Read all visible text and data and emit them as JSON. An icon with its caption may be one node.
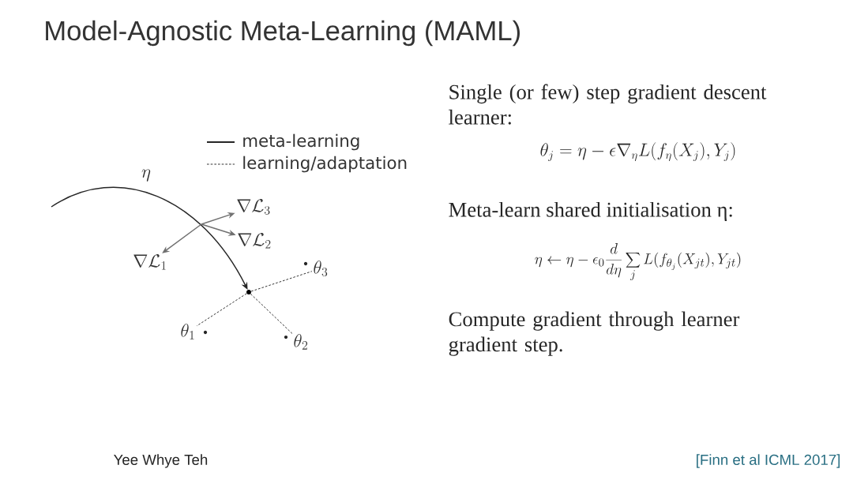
{
  "diagram": {
    "title": "Model-Agnostic Meta-Learning (MAML)",
    "nodes": [
      {
        "text": [],
        "shape": "circle"
      },
      {
        "text": [
          "\\theta_1"
        ]
      },
      {
        "text": [
          "\\theta_2"
        ]
      },
      {
        "text": [
          "\\theta_3"
        ]
      },
      {
        "text": [
          "\\nabla\\mathcal{L}_1"
        ]
      },
      {
        "text": [
          "\\nabla\\mathcal{L}_2"
        ]
      },
      {
        "text": [
          "\\nabla\\mathcal{L}_3"
        ]
      }
    ],
    "edges": [
      {
        "from": null,
        "to": 0,
        "arrow": "to"
      },
      {
        "from": 0,
        "to": 1,
        "arrow": "none",
        "style": "dashed"
      },
      {
        "from": 0,
        "to": 2,
        "arrow": "none",
        "style": "dashed"
      },
      {
        "from": 0,
        "to": 3,
        "arrow": "none",
        "style": "dashed"
      },
      {
        "from": null,
        "to": 4,
        "arrow": "to",
        "color": "#707070"
      },
      {
        "from": null,
        "to": 5,
        "arrow": "to",
        "color": "#707070"
      },
      {
        "from": null,
        "to": 6,
        "arrow": "to",
        "color": "#707070"
      }
    ],
    "labels": [
      "\\eta",
      "Single (or few) step gradient descent learner:",
      "\\theta_j = \\eta - \\epsilon \\nabla_\\eta L(f_\\eta(X_j), Y_j)",
      "Meta-learn shared initialisation η:",
      "\\eta \\leftarrow \\eta - \\epsilon_0 \\frac{d}{d\\eta} \\sum_j L(f_{\\theta_j}(X_{jt}), Y_{jt})",
      "Compute gradient through learner gradient step.",
      "Yee Whye Teh",
      "[Finn et al ICML 2017]"
    ],
    "legend": [
      {
        "text": "meta-learning"
      },
      {
        "text": "learning/adaptation"
      }
    ]
  }
}
